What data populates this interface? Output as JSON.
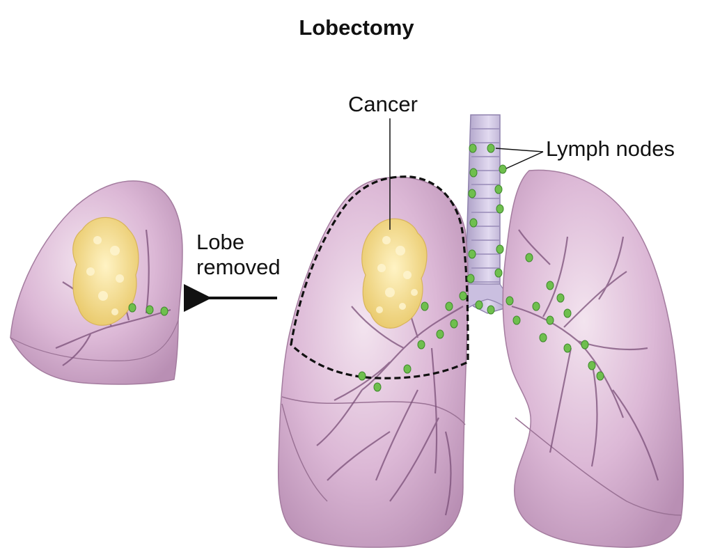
{
  "title": "Lobectomy",
  "labels": {
    "cancer": "Cancer",
    "lymph_nodes": "Lymph nodes",
    "lobe_removed_line1": "Lobe",
    "lobe_removed_line2": "removed"
  },
  "colors": {
    "lung_fill": "#d9b3d2",
    "lung_dark": "#b88fb3",
    "airway": "#7a4f78",
    "tumor": "#f2dc8a",
    "lymph_node": "#6fbf4e",
    "trachea": "#c6bad9",
    "outline_dash": "#111111"
  }
}
